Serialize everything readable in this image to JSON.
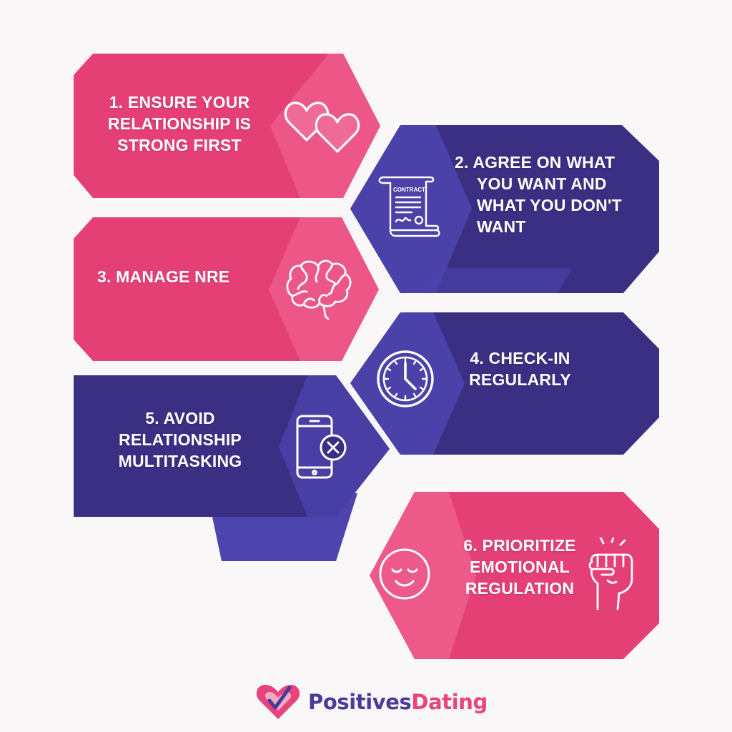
{
  "colors": {
    "pink": "#e54076",
    "pink_light": "#ee5f8e",
    "indigo": "#3b2f84",
    "indigo_light": "#4d44ad",
    "brand_purple": "#4a3a9a",
    "brand_pink": "#e8437a"
  },
  "steps": [
    {
      "number": "1",
      "lines": [
        "1. ENSURE YOUR",
        "RELATIONSHIP IS",
        "STRONG FIRST"
      ],
      "icon": "two-hearts-icon",
      "color": "pink"
    },
    {
      "number": "2",
      "lines": [
        "2. AGREE ON WHAT",
        "YOU WANT AND",
        "WHAT YOU DON'T",
        "WANT"
      ],
      "icon": "contract-scroll-icon",
      "icon_text": "CONTRACT",
      "color": "indigo"
    },
    {
      "number": "3",
      "lines": [
        "3. MANAGE NRE"
      ],
      "icon": "brain-icon",
      "color": "pink"
    },
    {
      "number": "4",
      "lines": [
        "4. CHECK-IN",
        "REGULARLY"
      ],
      "icon": "clock-icon",
      "color": "indigo"
    },
    {
      "number": "5",
      "lines": [
        "5. AVOID",
        "RELATIONSHIP",
        "MULTITASKING"
      ],
      "icon": "phone-cancel-icon",
      "color": "indigo"
    },
    {
      "number": "6",
      "lines": [
        "6. PRIORITIZE",
        "EMOTIONAL",
        "REGULATION"
      ],
      "icon": "calm-face-icon",
      "icon2": "raised-fist-icon",
      "color": "pink"
    }
  ],
  "logo": {
    "part1": "Positives",
    "part2": "Dating",
    "icon": "heart-check-icon"
  }
}
